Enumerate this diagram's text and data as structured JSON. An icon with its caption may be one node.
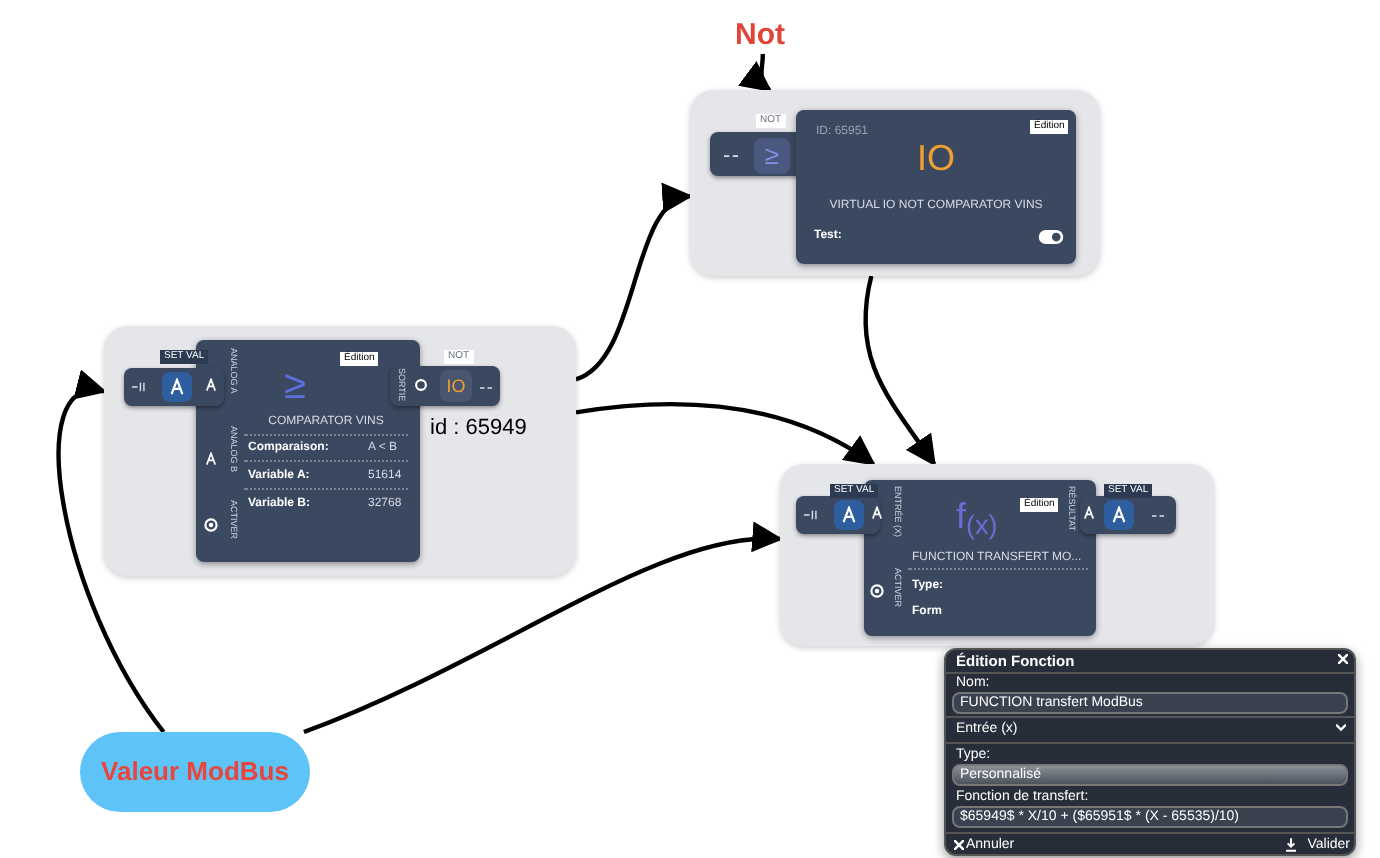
{
  "diagram": {
    "nodes": [
      {
        "text": [
          "Not"
        ]
      },
      {
        "text": [
          "SET VAL",
          "ANALOG A",
          "ANALOG B",
          "ACTIVER",
          "≥",
          "Édition",
          "COMPARATOR VINS",
          "Comparaison:",
          "A < B",
          "Variable A:",
          "51614",
          "Variable B:",
          "32768",
          "SORTIE",
          "NOT",
          "IO",
          "id : 65949"
        ]
      },
      {
        "text": [
          "NOT",
          "≥",
          "ID: 65951",
          "Édition",
          "IO",
          "VIRTUAL IO NOT COMPARATOR VINS",
          "Test:"
        ]
      },
      {
        "text": [
          "SET VAL",
          "ENTRÉE (X)",
          "ACTIVER",
          "f$_{(x)}$",
          "Édition",
          "FUNCTION TRANSFERT MO...",
          "RÉSULTAT",
          "SET VAL",
          "Type:",
          "Form"
        ]
      },
      {
        "text": [
          "Édition Fonction",
          "Nom:",
          "FUNCTION transfert ModBus",
          "Entrée (x)",
          "Type:",
          "Personnalisé",
          "Fonction de transfert:",
          "$65949$ * X/10 + ($65951$ * (X - 65535)/10)",
          "Annuler",
          "Valider"
        ]
      },
      {
        "text": [
          "Valeur ModBus"
        ]
      }
    ],
    "edges": [
      {
        "from": 0,
        "to": 2,
        "arrow": "to"
      },
      {
        "from": 5,
        "to": 1,
        "arrow": "to"
      },
      {
        "from": 5,
        "to": 3,
        "arrow": "to"
      },
      {
        "from": 1,
        "to": 2,
        "arrow": "to"
      },
      {
        "from": 1,
        "to": 3,
        "arrow": "to"
      },
      {
        "from": 2,
        "to": 3,
        "arrow": "to"
      }
    ]
  }
}
